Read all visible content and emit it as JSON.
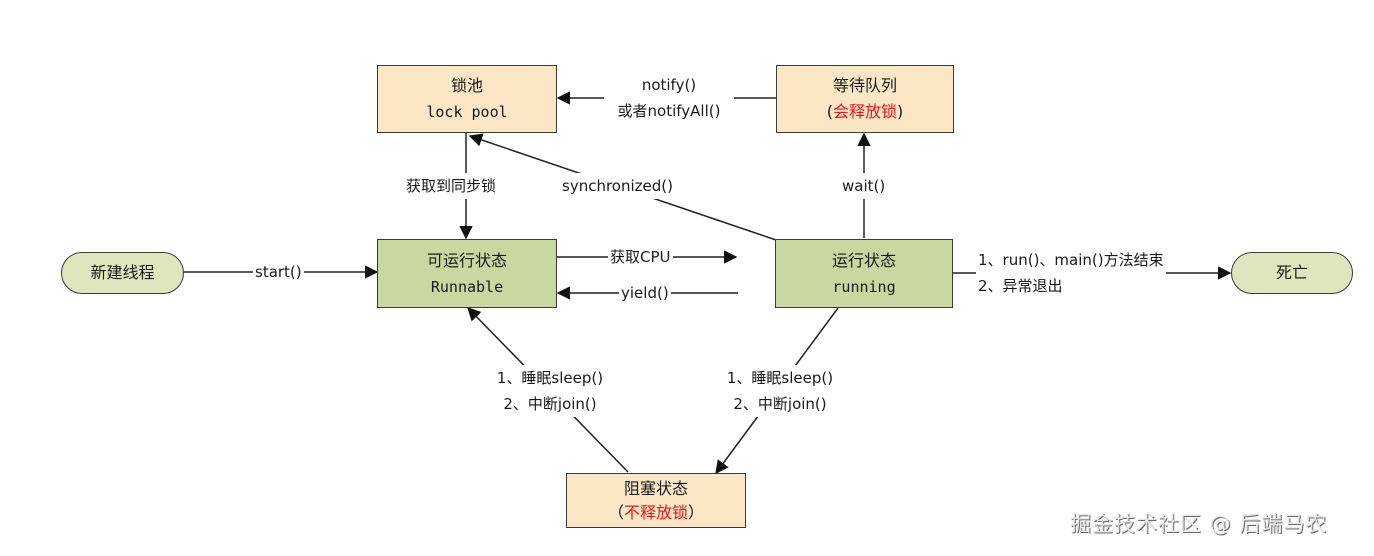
{
  "nodes": {
    "lock_pool": {
      "title": "锁池",
      "subtitle": "lock pool"
    },
    "wait_queue": {
      "title": "等待队列",
      "subtitle_open": "(",
      "subtitle_red": "会释放锁",
      "subtitle_close": ")"
    },
    "new_thread": {
      "title": "新建线程"
    },
    "runnable": {
      "title": "可运行状态",
      "subtitle": "Runnable"
    },
    "running": {
      "title": "运行状态",
      "subtitle": "running"
    },
    "dead": {
      "title": "死亡"
    },
    "blocked": {
      "title": "阻塞状态",
      "subtitle_open": "（",
      "subtitle_red": "不释放锁",
      "subtitle_close": "）"
    }
  },
  "edges": {
    "notify": {
      "line1": "notify()",
      "line2": "或者notifyAll()"
    },
    "acquire_lock": {
      "label": "获取到同步锁"
    },
    "synchronized": {
      "label": "synchronized()"
    },
    "wait": {
      "label": "wait()"
    },
    "start": {
      "label": "start()"
    },
    "get_cpu": {
      "label": "获取CPU"
    },
    "yield": {
      "label": "yield()"
    },
    "end": {
      "line1": "1、run()、main()方法结束",
      "line2": "2、异常退出"
    },
    "blocked_to_runnable": {
      "line1": "1、睡眠sleep()",
      "line2": "2、中断join()"
    },
    "running_to_blocked": {
      "line1": "1、睡眠sleep()",
      "line2": "2、中断join()"
    }
  },
  "watermark": "掘金技术社区 @ 后端马农"
}
